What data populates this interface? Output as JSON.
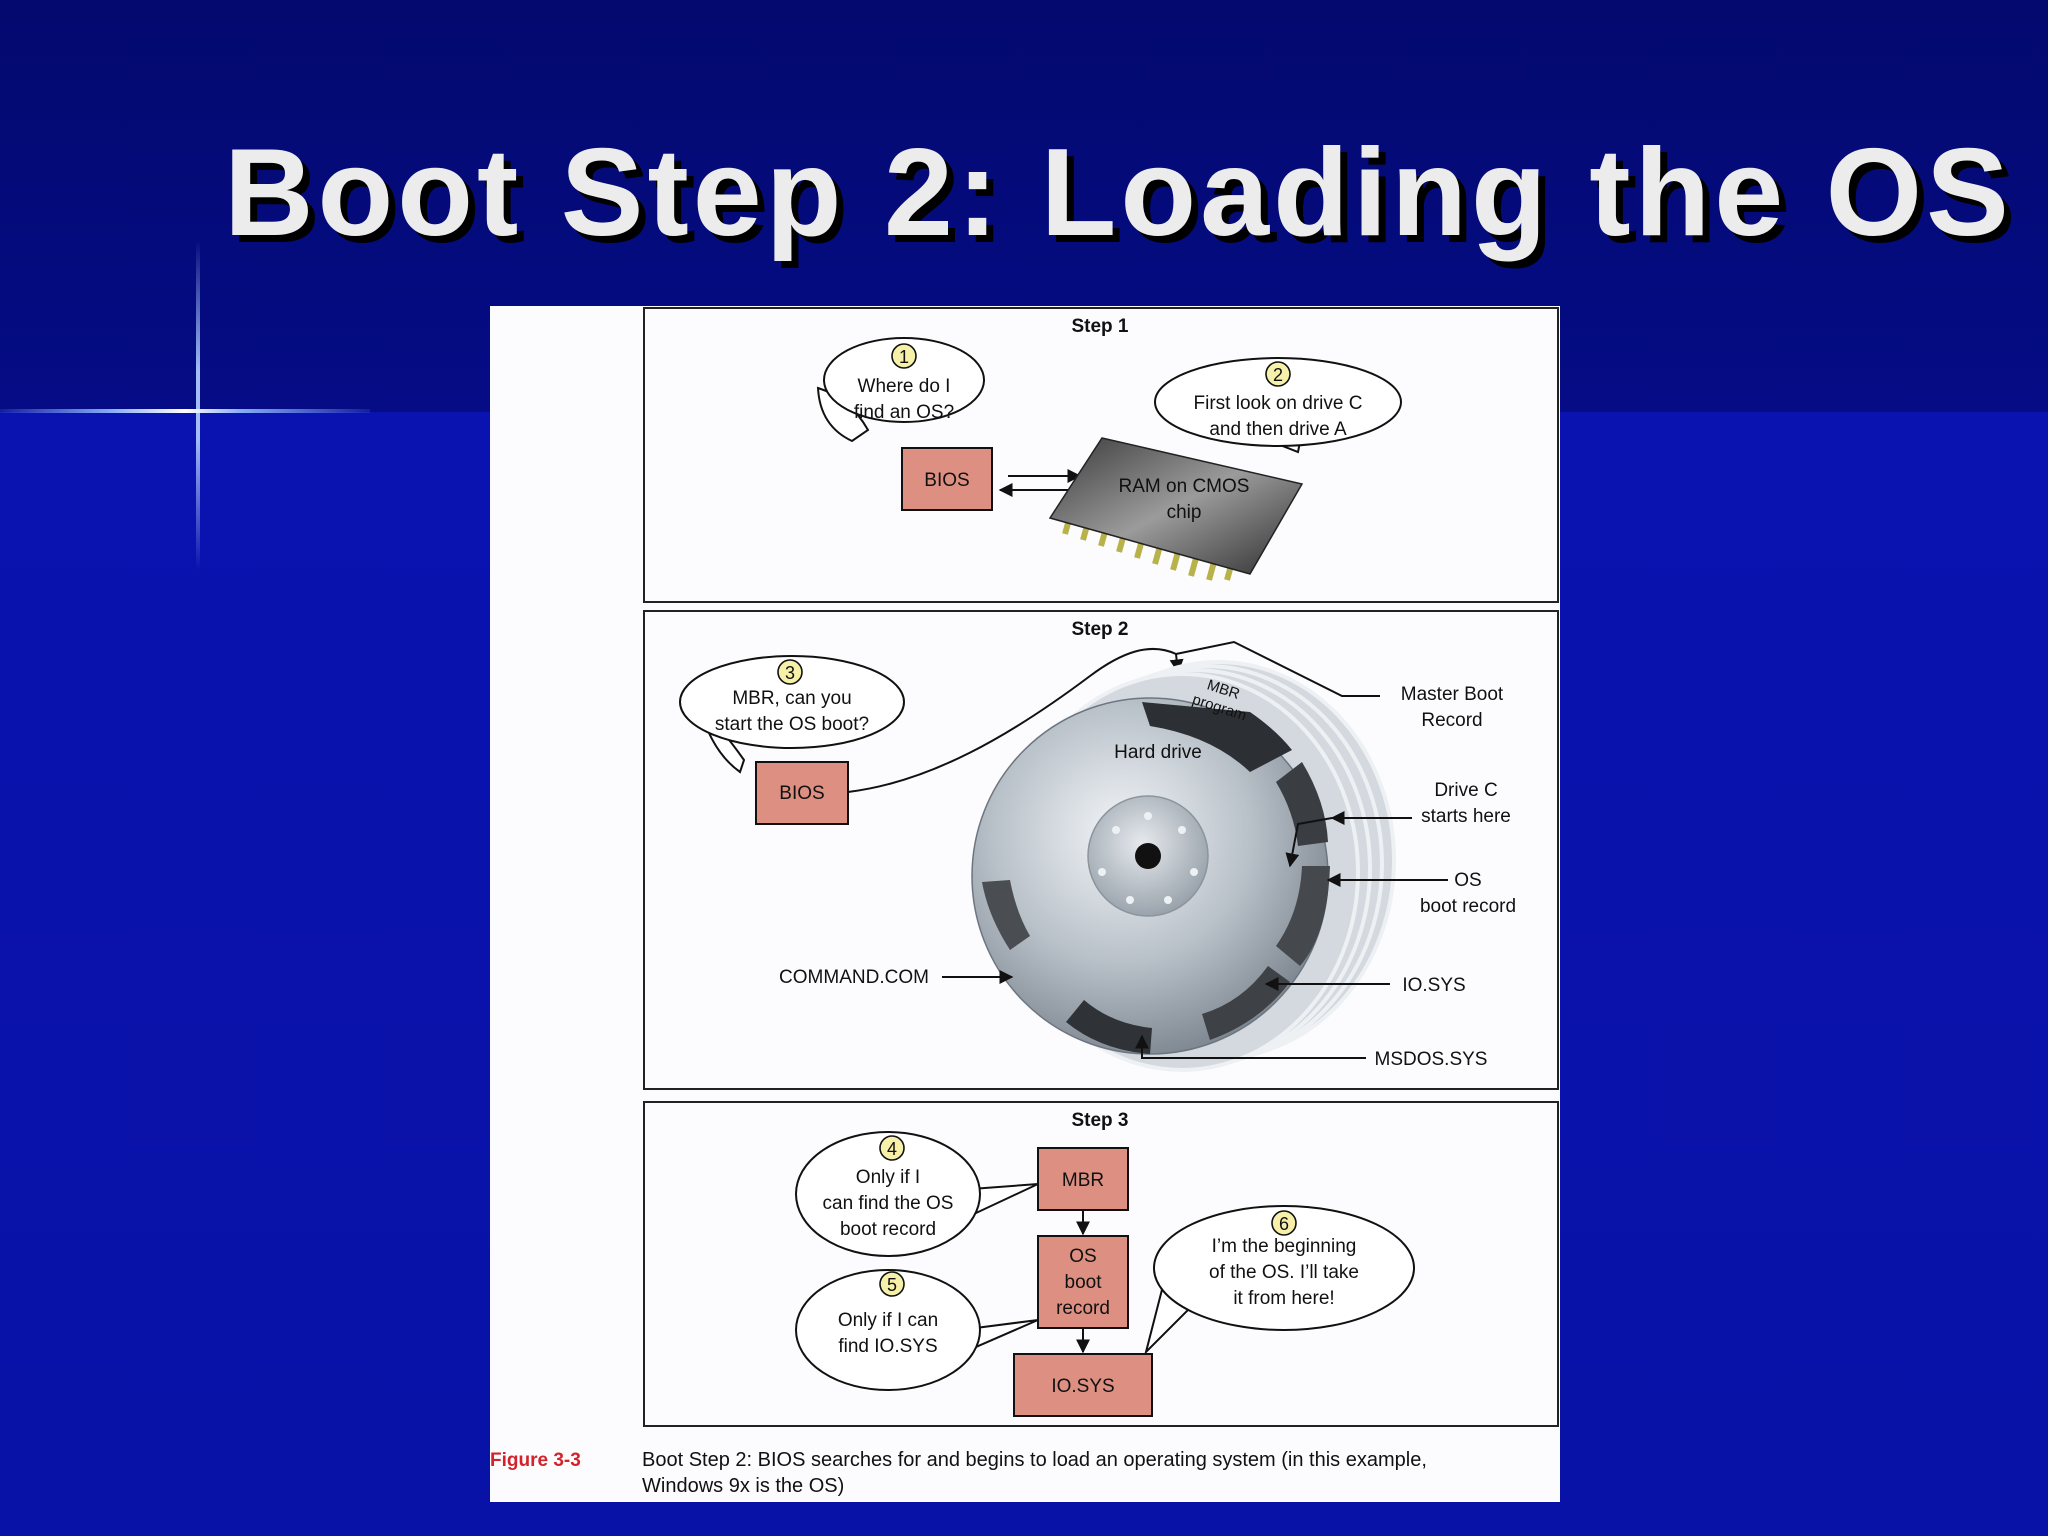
{
  "slide": {
    "title": "Boot Step 2: Loading the OS"
  },
  "figure": {
    "steps": [
      "Step 1",
      "Step 2",
      "Step 3"
    ],
    "step1": {
      "bubble1": {
        "num": "1",
        "lines": [
          "Where do I",
          "find an OS?"
        ]
      },
      "bubble2": {
        "num": "2",
        "lines": [
          "First look on drive C",
          "and then drive A"
        ]
      },
      "bios": "BIOS",
      "chip_lines": [
        "RAM on CMOS",
        "chip"
      ]
    },
    "step2": {
      "bubble3": {
        "num": "3",
        "lines": [
          "MBR, can you",
          "start the OS boot?"
        ]
      },
      "bios": "BIOS",
      "hard_drive": "Hard drive",
      "mbr_program_lines": [
        "MBR",
        "program"
      ],
      "labels": {
        "master_boot_record": [
          "Master Boot",
          "Record"
        ],
        "drive_c": [
          "Drive C",
          "starts here"
        ],
        "os_boot_record": [
          "OS",
          "boot record"
        ],
        "io_sys": "IO.SYS",
        "msdos_sys": "MSDOS.SYS",
        "command_com": "COMMAND.COM"
      }
    },
    "step3": {
      "bubble4": {
        "num": "4",
        "lines": [
          "Only if I",
          "can find the OS",
          "boot record"
        ]
      },
      "bubble5": {
        "num": "5",
        "lines": [
          "Only if I can",
          "find IO.SYS"
        ]
      },
      "bubble6": {
        "num": "6",
        "lines": [
          "I’m the beginning",
          "of the OS. I’ll take",
          "it from here!"
        ]
      },
      "boxes": {
        "mbr": "MBR",
        "os_boot_record": [
          "OS",
          "boot",
          "record"
        ],
        "io_sys": "IO.SYS"
      }
    },
    "caption": {
      "label": "Figure 3-3",
      "lines": [
        "Boot Step 2: BIOS searches for and begins to load an operating system (in this example,",
        "Windows 9x is the OS)"
      ]
    }
  },
  "colors": {
    "box_fill": "#dd8f82",
    "number_fill": "#f6f0a8",
    "caption_label": "#d2232a"
  }
}
